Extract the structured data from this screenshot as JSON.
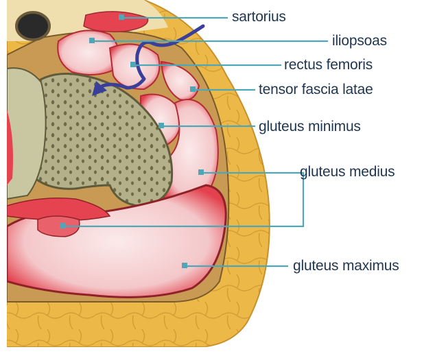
{
  "labels": {
    "sartorius": "sartorius",
    "iliopsoas": "iliopsoas",
    "rectus_femoris": "rectus femoris",
    "tensor_fascia_latae": "tensor fascia latae",
    "gluteus_minimus": "gluteus minimus",
    "gluteus_medius": "gluteus medius",
    "gluteus_maximus": "gluteus maximus"
  },
  "colors": {
    "fat": "#e9b547",
    "fat_dark": "#d79a2c",
    "skin": "#f3dca0",
    "muscle": "#e8424f",
    "muscle_pale": "#f7dcdc",
    "bone": "#b9b690",
    "bone_marrow": "#8f8b63",
    "leader_line": "#4fa6b7",
    "pointer_arrow": "#3a3f9a",
    "text": "#1f3550"
  }
}
